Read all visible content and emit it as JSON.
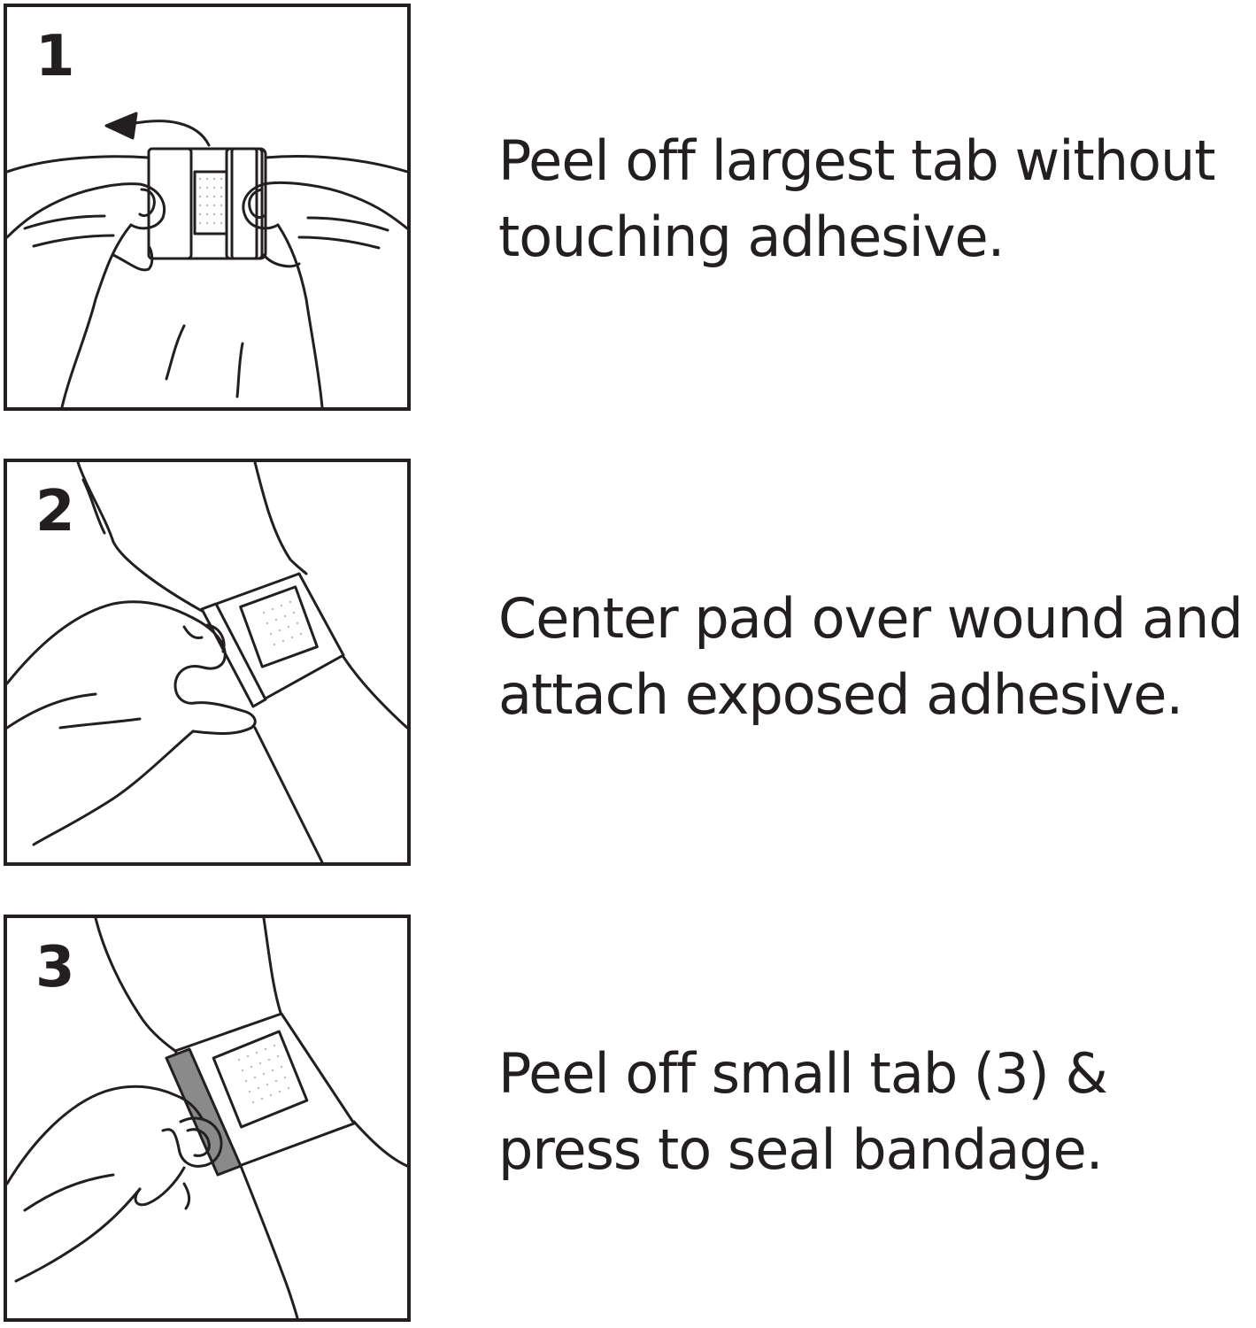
{
  "colors": {
    "ink": "#231f20",
    "background": "#ffffff",
    "tab_gray": "#8a8a8a"
  },
  "steps": [
    {
      "number": "1",
      "line1": "Peel off largest tab without",
      "line2": "touching adhesive.",
      "illustration": "hands-peeling-tab-icon"
    },
    {
      "number": "2",
      "line1": "Center pad over wound and",
      "line2": "attach exposed adhesive.",
      "illustration": "hand-applying-bandage-icon"
    },
    {
      "number": "3",
      "line1": "Peel off small tab (3) &",
      "line2": "press to seal bandage.",
      "illustration": "hand-sealing-bandage-icon"
    }
  ]
}
